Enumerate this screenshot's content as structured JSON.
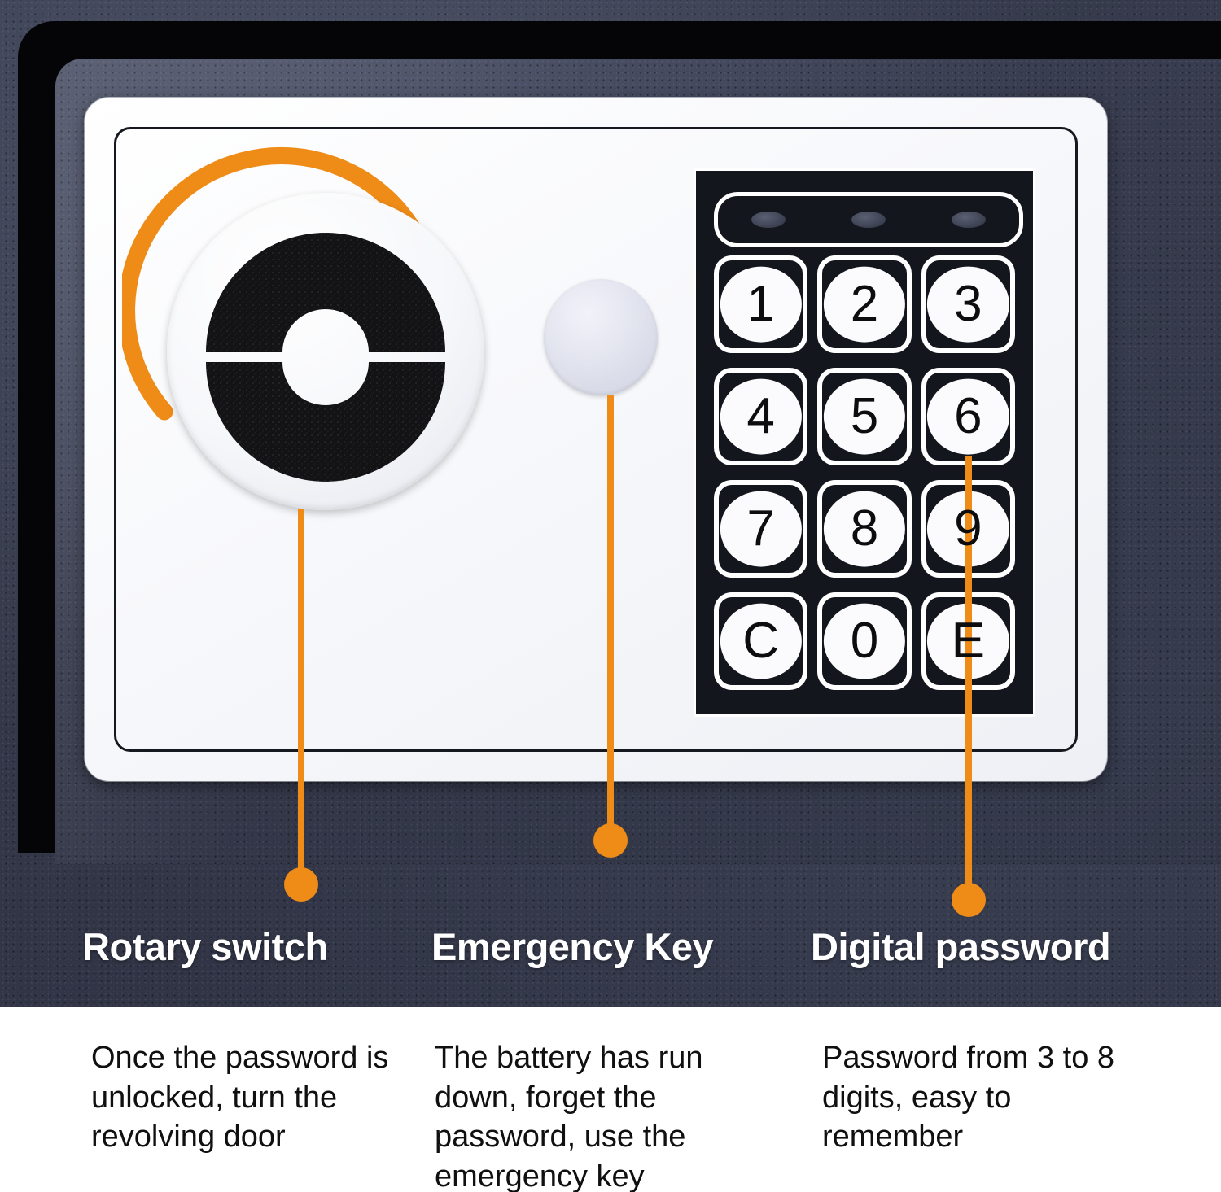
{
  "product": {
    "type": "electronic-safe-front-panel",
    "body_color": "#343849",
    "accent_color": "#ef8c17",
    "panel_color": "#ffffff",
    "keypad_color": "#14161d"
  },
  "rotary_switch": {
    "name": "rotary-switch",
    "arrow_direction": "clockwise"
  },
  "emergency_key": {
    "name": "emergency-key-cover"
  },
  "keypad": {
    "leds": [
      "led-1",
      "led-2",
      "led-3"
    ],
    "keys": [
      {
        "label": "1"
      },
      {
        "label": "2"
      },
      {
        "label": "3"
      },
      {
        "label": "4"
      },
      {
        "label": "5"
      },
      {
        "label": "6"
      },
      {
        "label": "7"
      },
      {
        "label": "8"
      },
      {
        "label": "9"
      },
      {
        "label": "C"
      },
      {
        "label": "0"
      },
      {
        "label": "E"
      }
    ]
  },
  "callouts": [
    {
      "label": "Rotary switch",
      "caption": "Once the password is unlocked, turn the revolving door"
    },
    {
      "label": "Emergency Key",
      "caption": "The battery has run down, forget the password, use the emergency key"
    },
    {
      "label": "Digital password",
      "caption": "Password from 3 to 8 digits, easy to remember"
    }
  ]
}
